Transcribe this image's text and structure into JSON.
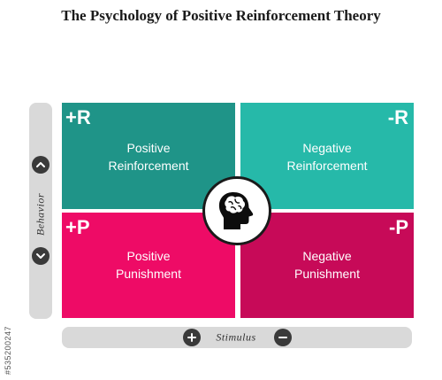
{
  "title": "The Psychology of Positive Reinforcement Theory",
  "axes": {
    "behavior": "Behavior",
    "stimulus": "Stimulus"
  },
  "quadrants": {
    "top_left": {
      "symbol": "+R",
      "line1": "Positive",
      "line2": "Reinforcement",
      "color": "#1f9488"
    },
    "top_right": {
      "symbol": "-R",
      "line1": "Negative",
      "line2": "Reinforcement",
      "color": "#26b9a9"
    },
    "bottom_left": {
      "symbol": "+P",
      "line1": "Positive",
      "line2": "Punishment",
      "color": "#ee0b66"
    },
    "bottom_right": {
      "symbol": "-P",
      "line1": "Negative",
      "line2": "Punishment",
      "color": "#c70a58"
    }
  },
  "icons": {
    "center": "head-brain-icon",
    "behavior_up": "chevron-up-icon",
    "behavior_down": "chevron-down-icon",
    "stimulus_plus": "plus-icon",
    "stimulus_minus": "minus-icon"
  },
  "stock_id": "#535200247"
}
